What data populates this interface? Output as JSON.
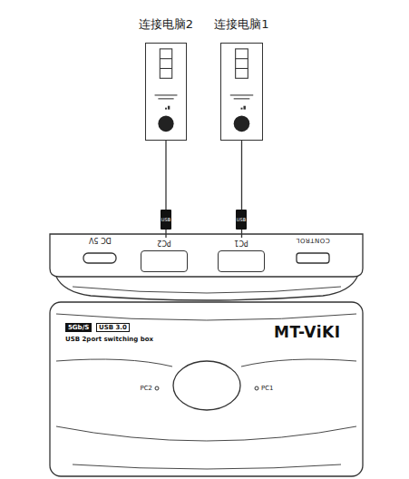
{
  "diagram": {
    "nodes": [
      {
        "text": [
          "连接电脑2"
        ]
      },
      {
        "text": [
          "连接电脑1"
        ]
      },
      {
        "text": [
          "PC2"
        ]
      },
      {
        "text": [
          "PC1"
        ]
      }
    ],
    "edges": [
      {
        "from": 0,
        "to": 2,
        "arrow": "none"
      },
      {
        "from": 1,
        "to": 3,
        "arrow": "none"
      }
    ],
    "labels": [
      "DC 5V",
      "CONTROL",
      "USB",
      "USB",
      "5Gb/S",
      "USB 3.0",
      "USB 2port switching box",
      "MT-ViKI",
      "PC2",
      "PC1"
    ]
  }
}
